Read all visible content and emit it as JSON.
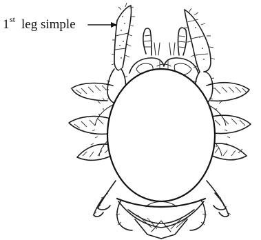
{
  "annotation": {
    "number": "1",
    "superscript": "st",
    "text": "leg simple"
  },
  "colors": {
    "ink": "#111111",
    "background": "#ffffff"
  }
}
